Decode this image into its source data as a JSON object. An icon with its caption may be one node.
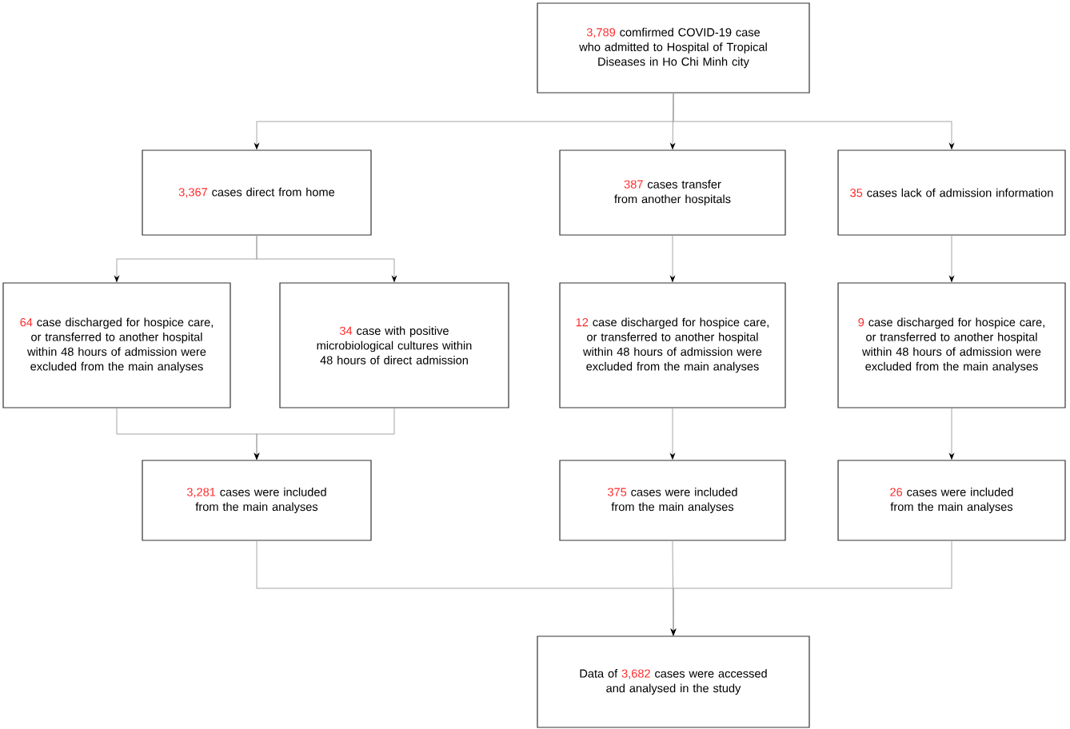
{
  "diagram": {
    "nodes": [
      {
        "text": [
          "3,789",
          "comfirmed COVID-19 case who admitted to Hospital of Tropical Diseases in Ho Chi Minh city"
        ]
      },
      {
        "text": [
          "3,367",
          "cases direct from home"
        ]
      },
      {
        "text": [
          "387",
          "cases transfer from another hospitals"
        ]
      },
      {
        "text": [
          "35",
          "cases lack of admission information"
        ]
      },
      {
        "text": [
          "64",
          "case discharged for hospice care, or transferred to another hospital within 48 hours of admission were excluded from the main analyses"
        ]
      },
      {
        "text": [
          "34",
          "case with positive microbiological cultures within 48 hours of direct admission"
        ]
      },
      {
        "text": [
          "12",
          "case discharged for hospice care, or transferred to another hospital within 48 hours of admission were excluded from the main analyses"
        ]
      },
      {
        "text": [
          "9",
          "case discharged for hospice care, or transferred to another hospital within 48 hours of admission were excluded from the main analyses"
        ]
      },
      {
        "text": [
          "3,281",
          "cases were included from the main analyses"
        ]
      },
      {
        "text": [
          "375",
          "cases were included from the main analyses"
        ]
      },
      {
        "text": [
          "26",
          "cases were included from the main analyses"
        ]
      },
      {
        "text": [
          "Data of",
          "3,682",
          "cases were accessed and analysed in the study"
        ]
      }
    ],
    "edges": [
      {
        "from": 0,
        "to": 1,
        "arrow": "to"
      },
      {
        "from": 0,
        "to": 2,
        "arrow": "to"
      },
      {
        "from": 0,
        "to": 3,
        "arrow": "to"
      },
      {
        "from": 1,
        "to": 4,
        "arrow": "to"
      },
      {
        "from": 1,
        "to": 5,
        "arrow": "to"
      },
      {
        "from": 2,
        "to": 6,
        "arrow": "to"
      },
      {
        "from": 3,
        "to": 7,
        "arrow": "to"
      },
      {
        "from": 4,
        "to": 8,
        "arrow": "to"
      },
      {
        "from": 5,
        "to": 8,
        "arrow": "to"
      },
      {
        "from": 6,
        "to": 9,
        "arrow": "to"
      },
      {
        "from": 7,
        "to": 10,
        "arrow": "to"
      },
      {
        "from": 8,
        "to": 11,
        "arrow": "to"
      },
      {
        "from": 9,
        "to": 11,
        "arrow": "to"
      },
      {
        "from": 10,
        "to": 11,
        "arrow": "to"
      }
    ]
  }
}
